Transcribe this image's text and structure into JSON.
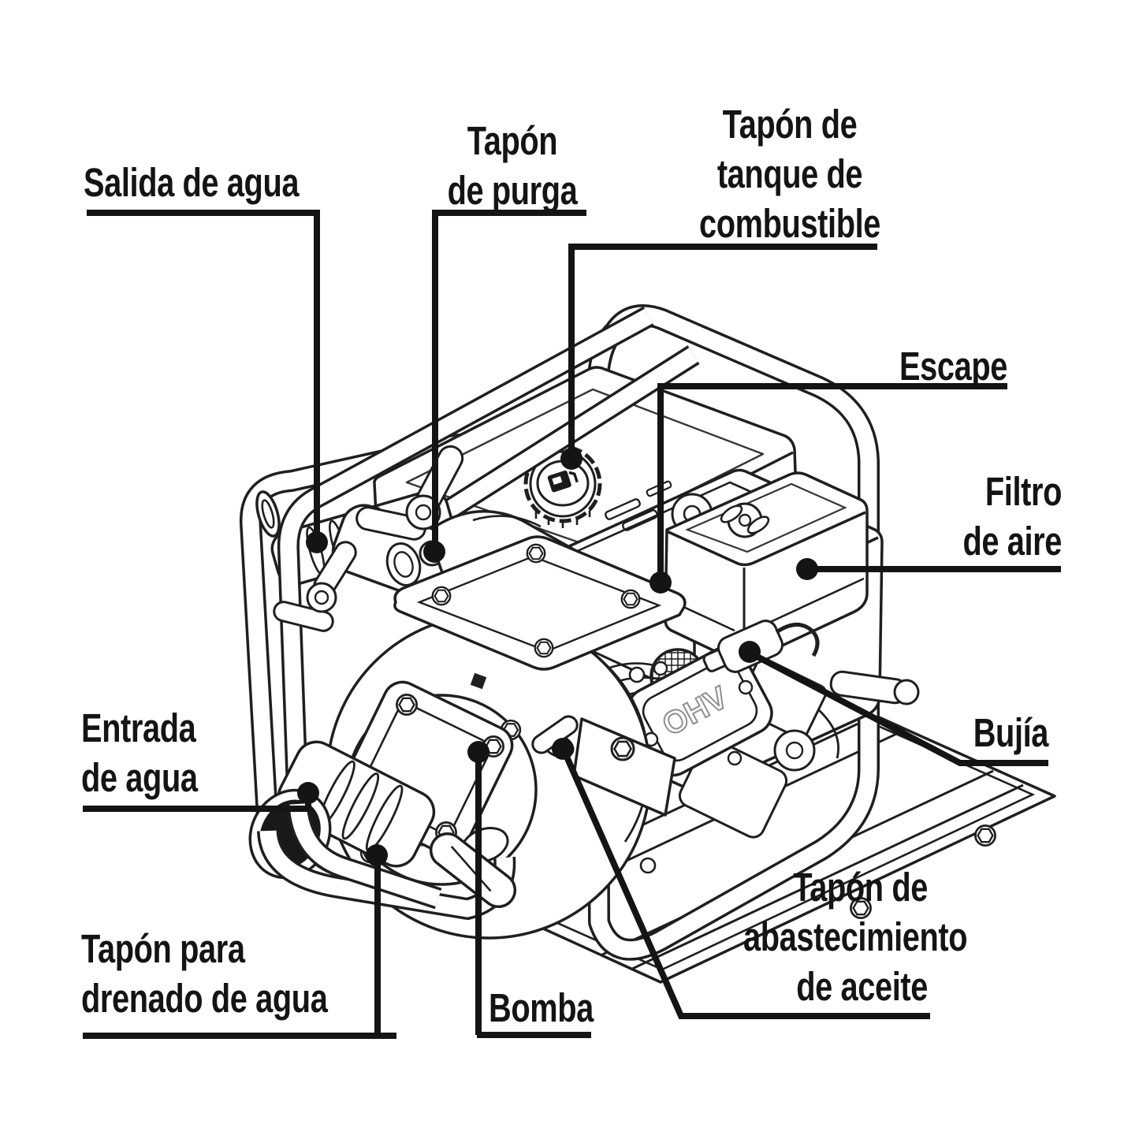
{
  "diagram": {
    "type": "parts-callout-diagram",
    "subject": "motobomba / gasoline water pump line drawing",
    "colors": {
      "ink": "#1f1f1f",
      "callout": "#141414",
      "background": "#ffffff"
    }
  },
  "labels": {
    "salida": {
      "text": "Salida de agua",
      "target": "water-outlet-barb"
    },
    "purga": {
      "text": "Tapón\nde purga",
      "target": "priming-plug"
    },
    "combustible": {
      "text": "Tapón de\ntanque de\ncombustible",
      "target": "fuel-tank-cap"
    },
    "escape": {
      "text": "Escape",
      "target": "exhaust-muffler"
    },
    "filtro": {
      "text": "Filtro\nde aire",
      "target": "air-filter"
    },
    "bujia": {
      "text": "Bujía",
      "target": "spark-plug"
    },
    "entrada": {
      "text": "Entrada\nde agua",
      "target": "water-inlet-barb"
    },
    "drenado": {
      "text": "Tapón para\ndrenado de agua",
      "target": "water-drain-plug"
    },
    "bomba": {
      "text": "Bomba",
      "target": "pump-housing"
    },
    "aceite": {
      "text": "Tapón de\nabastecimiento\nde aceite",
      "target": "oil-fill-plug"
    }
  },
  "machine": {
    "ohv_marking": "OHV"
  }
}
